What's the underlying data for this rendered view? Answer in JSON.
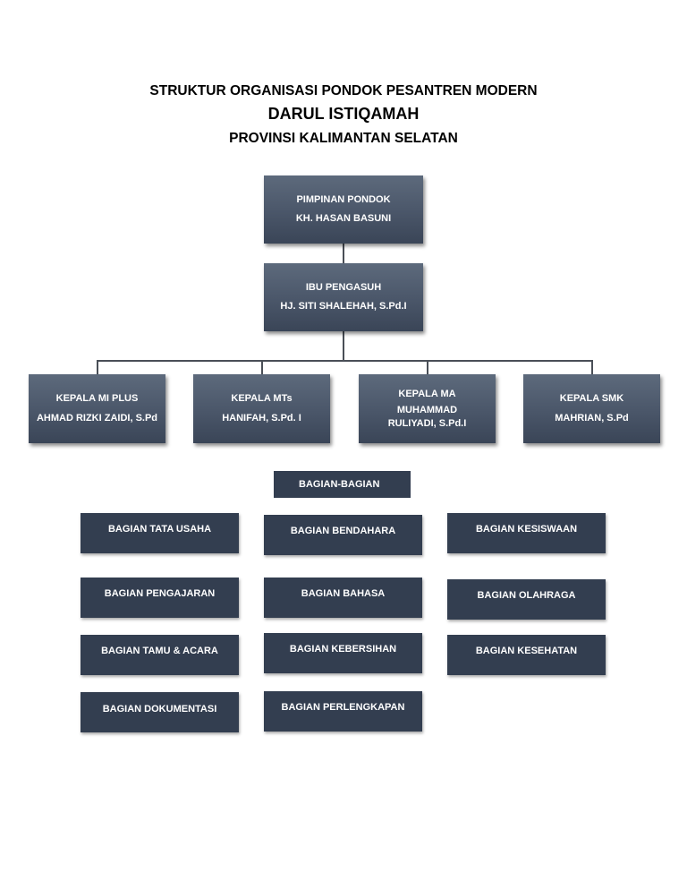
{
  "header": {
    "line1": "STRUKTUR ORGANISASI PONDOK PESANTREN MODERN",
    "line2": "DARUL ISTIQAMAH",
    "line3": "PROVINSI KALIMANTAN SELATAN"
  },
  "leader": {
    "role": "PIMPINAN PONDOK",
    "name": "KH. HASAN BASUNI"
  },
  "caretaker": {
    "role": "IBU PENGASUH",
    "name": "HJ. SITI SHALEHAH, S.Pd.I"
  },
  "heads": [
    {
      "role": "KEPALA MI PLUS",
      "name": "AHMAD RIZKI ZAIDI, S.Pd"
    },
    {
      "role": "KEPALA MTs",
      "name": "HANIFAH, S.Pd. I"
    },
    {
      "role": "KEPALA MA",
      "name": "MUHAMMAD RULIYADI, S.Pd.I"
    },
    {
      "role": "KEPALA SMK",
      "name": "MAHRIAN, S.Pd"
    }
  ],
  "sections_title": "BAGIAN-BAGIAN",
  "sections": {
    "col1": [
      "BAGIAN TATA USAHA",
      "BAGIAN PENGAJARAN",
      "BAGIAN TAMU & ACARA",
      "BAGIAN DOKUMENTASI"
    ],
    "col2": [
      "BAGIAN BENDAHARA",
      "BAGIAN BAHASA",
      "BAGIAN KEBERSIHAN",
      "BAGIAN PERLENGKAPAN"
    ],
    "col3": [
      "BAGIAN KESISWAAN",
      "BAGIAN OLAHRAGA",
      "BAGIAN KESEHATAN"
    ]
  },
  "colors": {
    "box_dark": "#333e50",
    "box_gradient_top": "#5d6a7c",
    "connector": "#4a4f57"
  }
}
